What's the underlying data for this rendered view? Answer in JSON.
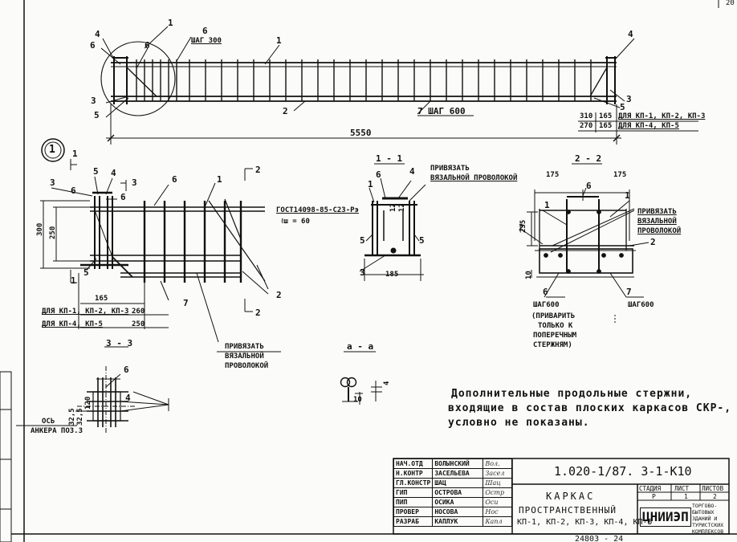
{
  "sheet": {
    "corner_label": "20",
    "doc_number": "1.020-1/87. 3-1-К10",
    "archive_number": "24803 - 24",
    "title": {
      "line1": "КАРКАС",
      "line2": "ПРОСТРАНСТВЕННЫЙ",
      "line3": "КП-1, КП-2, КП-3, КП-4, КП-5"
    },
    "stage": {
      "headers": [
        "СТАДИЯ",
        "ЛИСТ",
        "ЛИСТОВ"
      ],
      "values": [
        "Р",
        "1",
        "2"
      ]
    },
    "org": {
      "logo": "ЦНИИЭП",
      "name": "ТОРГОВО-БЫТОВЫХ ЗДАНИЙ И ТУРИСТСКИХ КОМПЛЕКСОВ"
    },
    "signatures": [
      {
        "role": "НАЧ.ОТД",
        "name": "ВОЛЫНСКИЙ",
        "sign": "Вол."
      },
      {
        "role": "Н.КОНТР",
        "name": "ЗАСЕЛЬЕВА",
        "sign": "Засел"
      },
      {
        "role": "ГЛ.КОНСТР",
        "name": "ШАЦ",
        "sign": "Шац"
      },
      {
        "role": "ГИП",
        "name": "ОСТРОВА",
        "sign": "Остр"
      },
      {
        "role": "ПИП",
        "name": "ОСИКА",
        "sign": "Оси"
      },
      {
        "role": "ПРОВЕР",
        "name": "НОСОВА",
        "sign": "Нос"
      },
      {
        "role": "РАЗРАБ",
        "name": "КАПЛУК",
        "sign": "Капл"
      }
    ]
  },
  "elevation": {
    "marks": [
      "1",
      "6",
      "4",
      "6",
      "6",
      "ШАГ 300",
      "1",
      "4",
      "3",
      "5",
      "2",
      "7 ШАГ 600",
      "3",
      "5"
    ],
    "length": "5550",
    "dims": {
      "r1a": "310",
      "r1b": "165",
      "r1n": "ДЛЯ КП-1, КП-2, КП-3",
      "r2a": "270",
      "r2b": "165",
      "r2n": "ДЛЯ КП-4, КП-5"
    }
  },
  "node": {
    "mark": "1",
    "labels": [
      "1",
      "3",
      "5",
      "4",
      "3",
      "6",
      "6",
      "6",
      "1",
      "2",
      "1",
      "5",
      "7",
      "2",
      "2"
    ],
    "gost": "ГОСТ14098-85-С23-Рэ",
    "lw": "ℓш = 60",
    "h300": "300",
    "h250": "250",
    "d165": "165",
    "row1": {
      "note": "ДЛЯ КП-1, КП-2, КП-3",
      "value": "260"
    },
    "row2": {
      "note": "ДЛЯ КП-4, КП-5",
      "value": "250"
    },
    "tie": [
      "ПРИВЯЗАТЬ",
      "ВЯЗАЛЬНОЙ",
      "ПРОВОЛОКОЙ"
    ]
  },
  "section11": {
    "title": "1 - 1",
    "labels": [
      "1",
      "6",
      "4",
      "5",
      "5",
      "3",
      "12",
      "12"
    ],
    "tie1": "ПРИВЯЗАТЬ",
    "tie2": "ВЯЗАЛЬНОЙ ПРОВОЛОКОЙ",
    "width": "185"
  },
  "section22": {
    "title": "2 - 2",
    "dims": [
      "175",
      "175",
      "235",
      "10"
    ],
    "labels": [
      "6",
      "1",
      "1",
      "2",
      "2"
    ],
    "tie": "ПРИВЯЗАТЬ ВЯЗАЛЬНОЙ ПРОВОЛОКОЙ",
    "m6": "6",
    "s6": "ШАГ600",
    "weld": [
      "(ПРИВАРИТЬ",
      "ТОЛЬКО К",
      "ПОПЕРЕЧНЫМ",
      "СТЕРЖНЯМ)"
    ],
    "m7": "7",
    "s7": "ШАГ600"
  },
  "section33": {
    "title": "3 - 3",
    "labels": [
      "6",
      "4"
    ],
    "dims": [
      "32,5",
      "32,5",
      "120"
    ],
    "axis": "ОСЬ",
    "anchor": "АНКЕРА ПОЗ.3"
  },
  "sectionaa": {
    "title": "а - а",
    "d10": "10",
    "d4": "4"
  },
  "note": {
    "line1": "Дополнительные продольные стержни,",
    "line2": "входящие в состав плоских каркасов СКР-,",
    "line3": "условно не показаны."
  }
}
